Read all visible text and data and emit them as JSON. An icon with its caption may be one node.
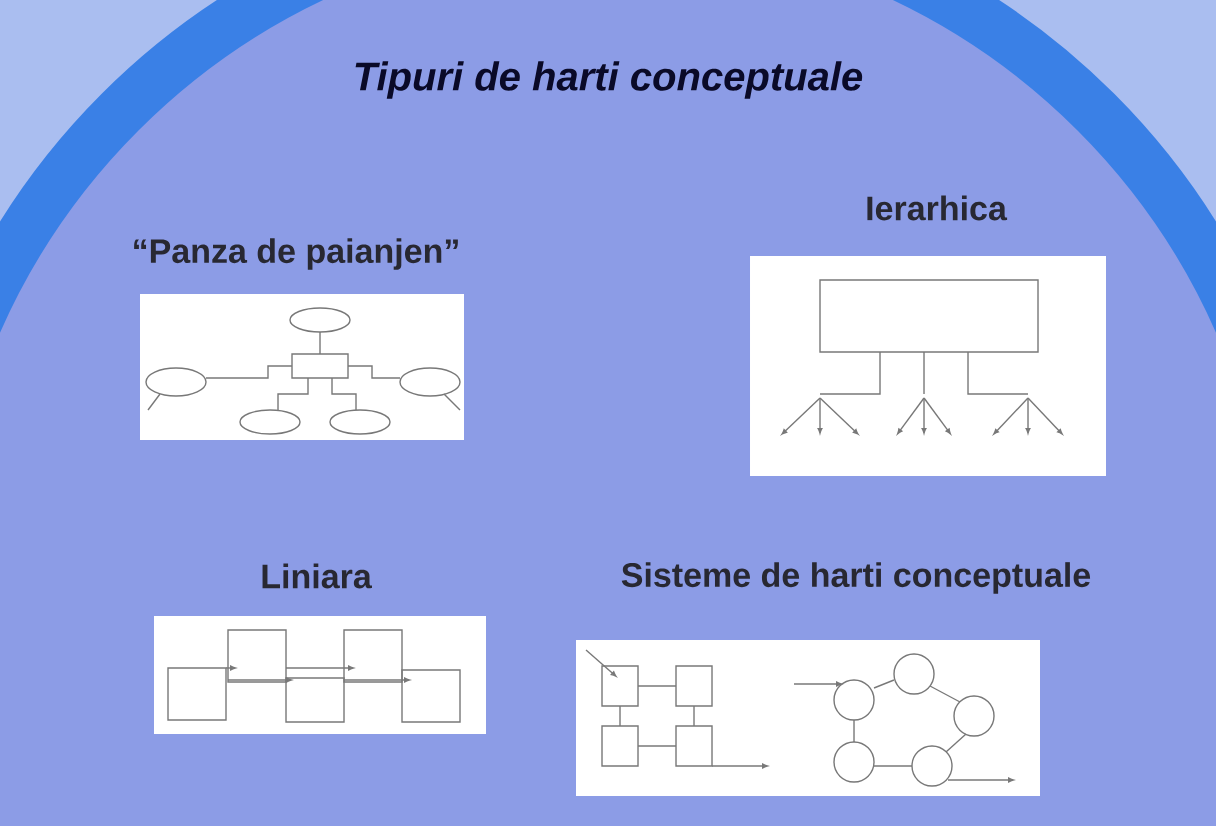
{
  "diagram": {
    "title": "Tipuri de harti conceptuale",
    "labels": [
      "“Panza de paianjen”",
      "Ierarhica",
      "Liniara",
      "Sisteme de harti conceptuale"
    ]
  }
}
